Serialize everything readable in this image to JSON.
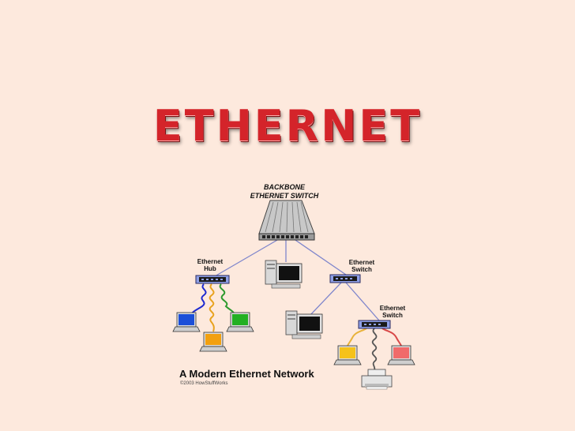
{
  "slide": {
    "title": "ETHERNET",
    "background": "#fde9dd",
    "title_color": "#d4242a"
  },
  "diagram": {
    "backbone": {
      "line1": "BACKBONE",
      "line2": "ETHERNET SWITCH"
    },
    "hub": {
      "line1": "Ethernet",
      "line2": "Hub"
    },
    "switch_a": {
      "line1": "Ethernet",
      "line2": "Switch"
    },
    "switch_b": {
      "line1": "Ethernet",
      "line2": "Switch"
    },
    "caption": "A Modern Ethernet Network",
    "credit": "©2003 HowStuffWorks",
    "colors": {
      "link": "#7f86cc",
      "cable_blue": "#1d2ad0",
      "cable_orange": "#e8a21e",
      "cable_green": "#2e9a2e",
      "cable_yellow": "#e8b23a",
      "cable_red": "#d84848",
      "cable_gray": "#555555",
      "screen_blue": "#1c4fd8",
      "screen_orange": "#f2a010",
      "screen_green": "#22b022",
      "screen_yellow": "#f5c21a",
      "screen_red": "#f06a6a"
    },
    "icons": [
      "switch-icon",
      "hub-icon",
      "desktop-pc-icon",
      "laptop-icon",
      "printer-icon"
    ]
  }
}
